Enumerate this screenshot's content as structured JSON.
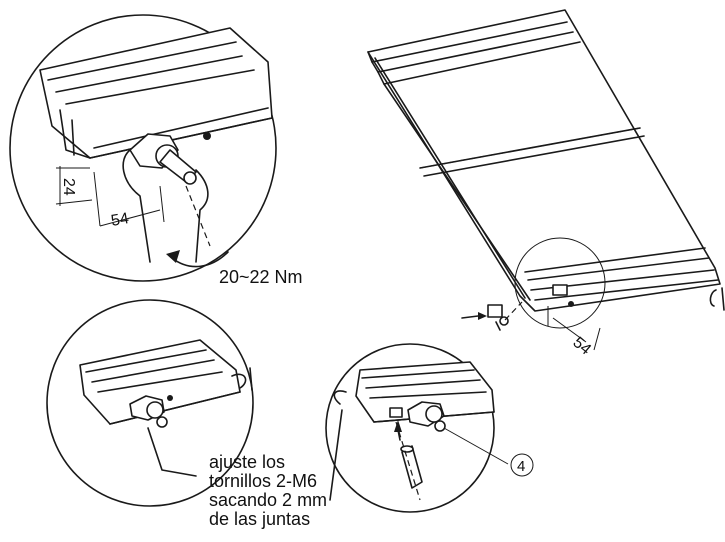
{
  "labels": {
    "torque": "20~22 Nm",
    "dim_24": "24",
    "dim_54_top": "54",
    "dim_54_panel": "54",
    "callout_4": "4",
    "note": "ajuste los\ntornillos 2-M6\nsacando 2 mm\nde las juntas"
  }
}
